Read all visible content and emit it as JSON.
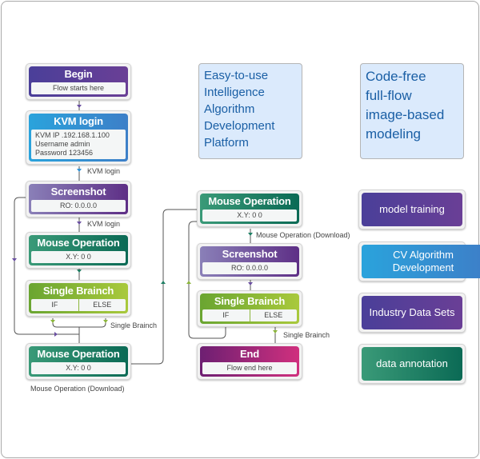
{
  "flow_left": {
    "begin": {
      "title": "Begin",
      "body": "Flow starts here",
      "color": "#5a3f98"
    },
    "kvm_login": {
      "title": "KVM login",
      "lines": [
        "KVM IP .192.168.1.100",
        "Username admin",
        "Password 123456"
      ],
      "color": "#2f92d6"
    },
    "edge_kvm_1": "KVM login",
    "screenshot": {
      "title": "Screenshot",
      "body": "RO: 0.0.0.0",
      "color": "#6b4c99"
    },
    "edge_kvm_2": "KVM login",
    "mouse_op": {
      "title": "Mouse Operation",
      "body": "X.Y: 0  0",
      "color": "#1e7f64"
    },
    "branch": {
      "title": "Single Brainch",
      "if_label": "IF",
      "else_label": "ELSE",
      "color": "#86b535"
    },
    "edge_branch": "Single Brainch",
    "mouse_op_2": {
      "title": "Mouse Operation",
      "body": "X.Y: 0  0",
      "color": "#1e7f64"
    },
    "edge_mouse_download": "Mouse Operation (Download)"
  },
  "flow_right": {
    "mouse_op": {
      "title": "Mouse Operation",
      "body": "X.Y: 0  0",
      "color": "#1e7f64"
    },
    "edge_mouse_download": "Mouse Operation (Download)",
    "screenshot": {
      "title": "Screenshot",
      "body": "RO: 0.0.0.0",
      "color": "#6b4c99"
    },
    "branch": {
      "title": "Single Brainch",
      "if_label": "IF",
      "else_label": "ELSE",
      "color": "#86b535"
    },
    "edge_branch": "Single Brainch",
    "end": {
      "title": "End",
      "body": "Flow end here",
      "color": "#b02a7d"
    }
  },
  "info_boxes": [
    {
      "lines": [
        "Easy-to-use",
        "Intelligence",
        "Algorithm",
        "Development",
        "Platform"
      ]
    },
    {
      "lines": [
        "Code-free",
        "full-flow",
        "image-based",
        "modeling"
      ]
    }
  ],
  "features": [
    {
      "label": "model training",
      "color": "#553f98"
    },
    {
      "label": "CV Algorithm Development",
      "color": "#2f92d6"
    },
    {
      "label": "Industry Data Sets",
      "color": "#553f98"
    },
    {
      "label": "data annotation",
      "color": "#1e7f64"
    }
  ],
  "wire_colors": {
    "purple": "#6a4fa0",
    "blue": "#2f92d6",
    "teal": "#1e7f64",
    "green": "#8cb63c",
    "line": "#555555"
  }
}
